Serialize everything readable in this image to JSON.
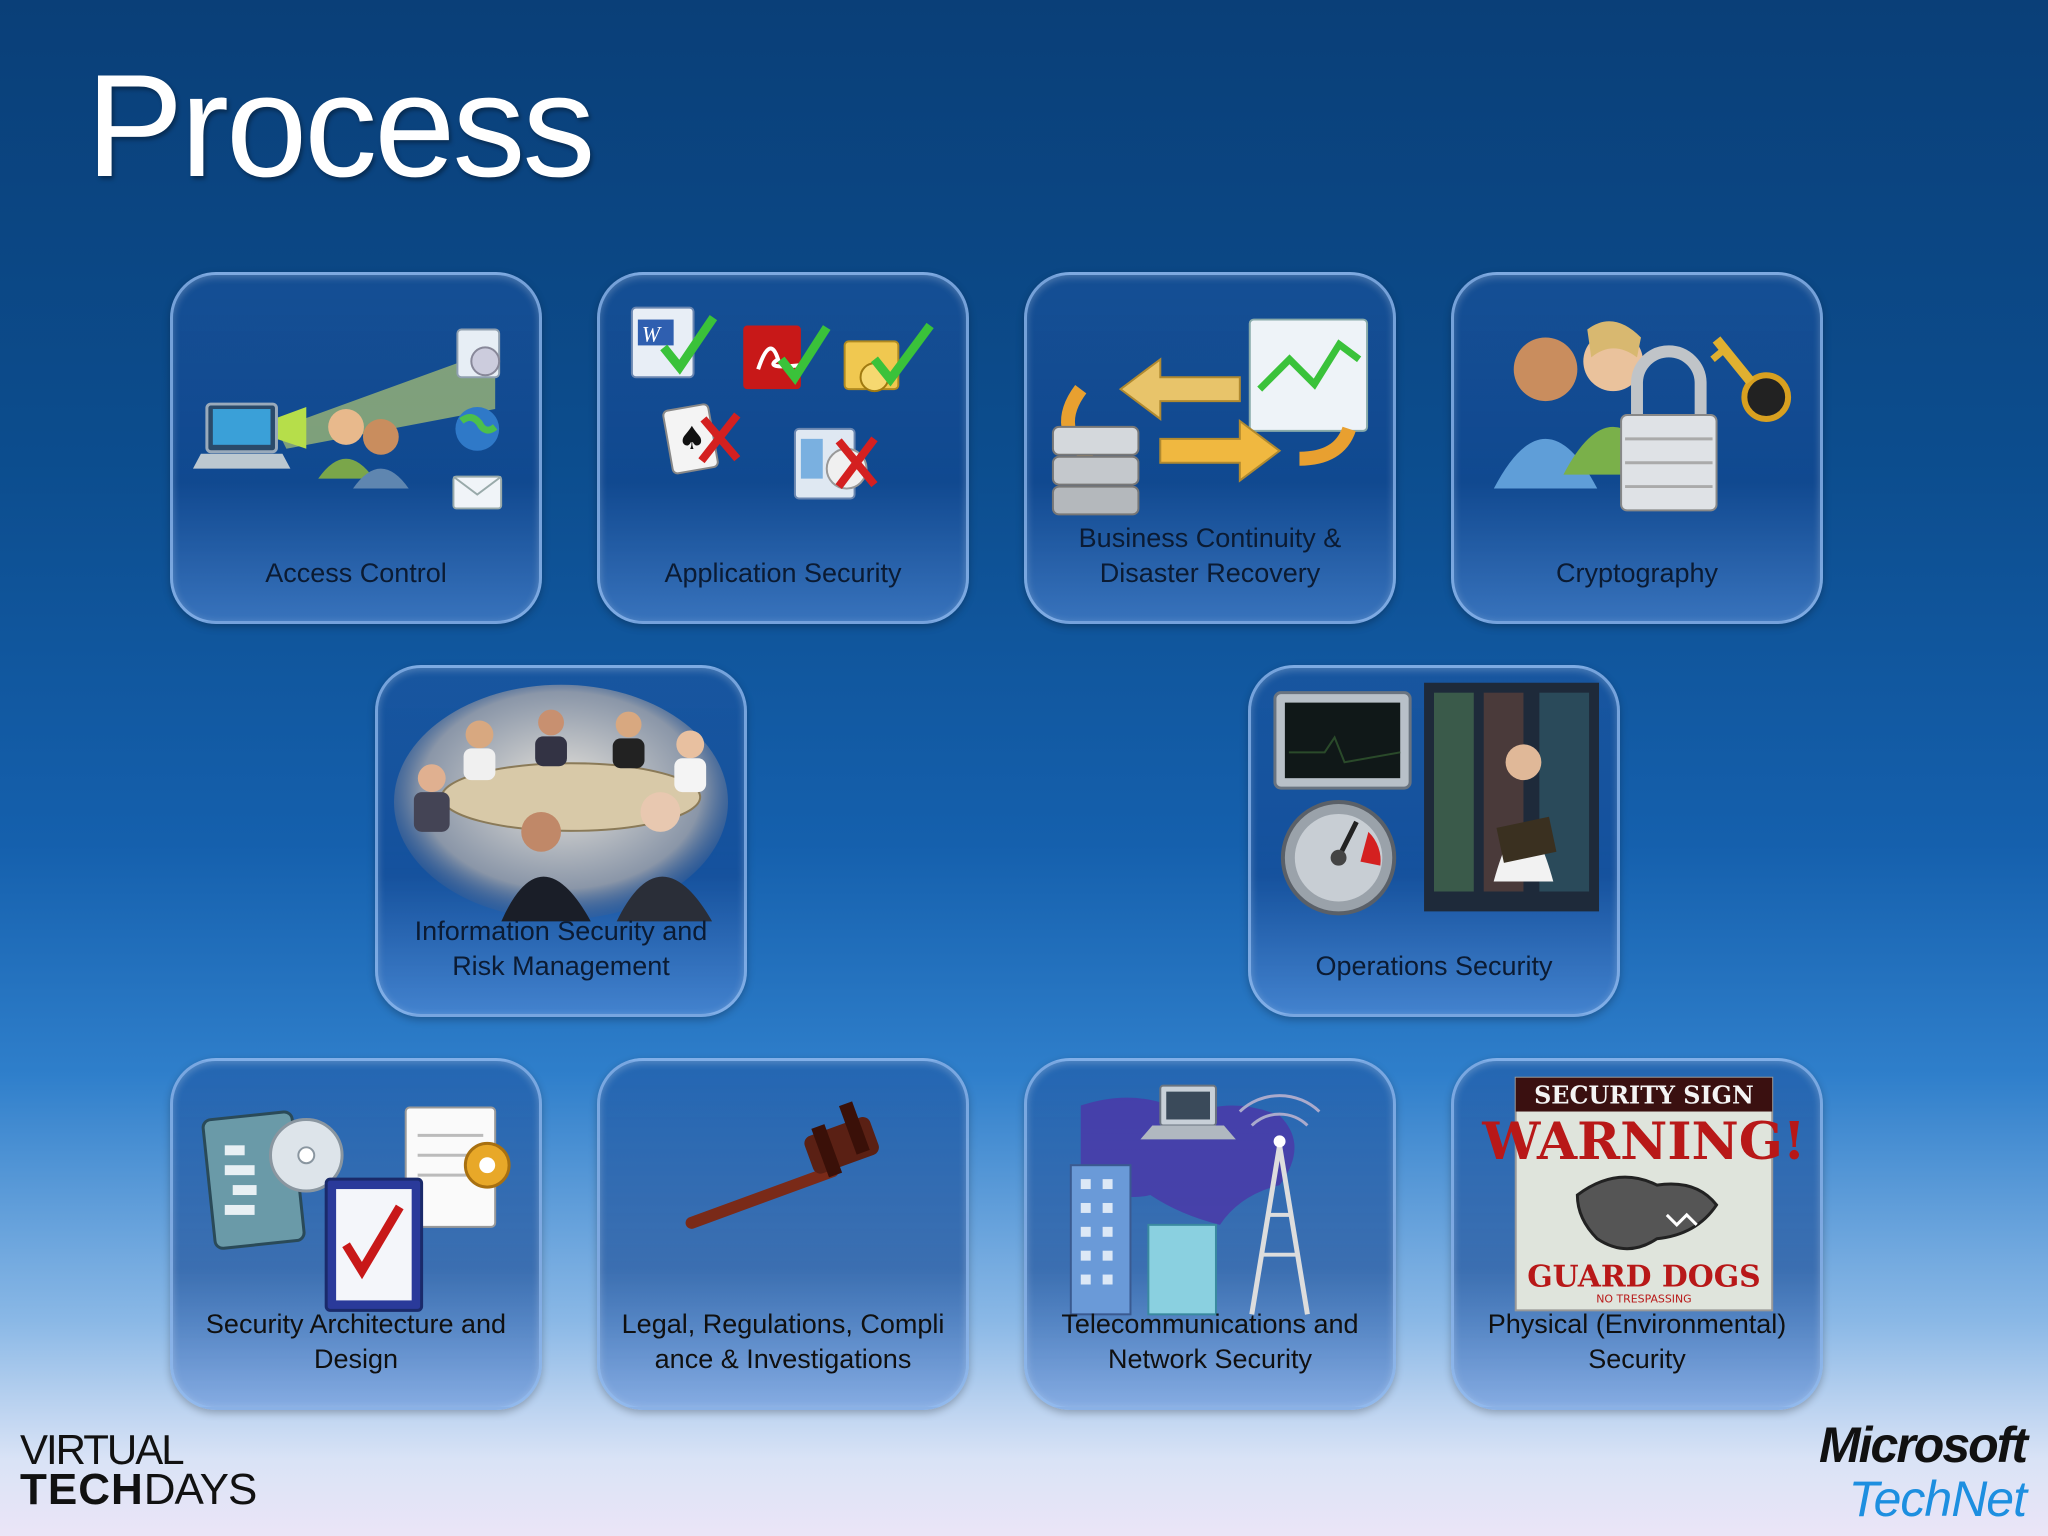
{
  "slide": {
    "title": "Process"
  },
  "tiles": [
    {
      "id": "access-control",
      "label": "Access Control",
      "icon": "network-users-icon"
    },
    {
      "id": "application-security",
      "label": "Application Security",
      "icon": "app-check-icon"
    },
    {
      "id": "business-continuity",
      "label": "Business Continuity &\nDisaster Recovery",
      "icon": "backup-arrows-icon"
    },
    {
      "id": "cryptography",
      "label": "Cryptography",
      "icon": "padlock-key-icon"
    },
    {
      "id": "info-security",
      "label": "Information Security and\nRisk Management",
      "icon": "meeting-photo-icon"
    },
    {
      "id": "operations-security",
      "label": "Operations Security",
      "icon": "monitor-gauge-icon"
    },
    {
      "id": "security-architecture",
      "label": "Security Architecture and\nDesign",
      "icon": "book-checklist-icon"
    },
    {
      "id": "legal",
      "label": "Legal, Regulations, Compli\nance & Investigations",
      "icon": "gavel-icon"
    },
    {
      "id": "telecom",
      "label": "Telecommunications and\nNetwork Security",
      "icon": "globe-tower-icon"
    },
    {
      "id": "physical",
      "label": "Physical (Environmental)\nSecurity",
      "icon": "warning-sign-icon"
    }
  ],
  "warning_sign": {
    "header": "SECURITY SIGN",
    "headline": "WARNING!",
    "footer": "GUARD DOGS",
    "sub": "NO TRESPASSING"
  },
  "branding": {
    "event_line1": "VIRTUAL",
    "event_line2_bold": "TECH",
    "event_line2_rest": "DAYS",
    "vendor": "Microsoft",
    "product": "TechNet"
  },
  "colors": {
    "accent_blue": "#1d8fe0",
    "check_green": "#3ac23a",
    "cross_red": "#d42020"
  }
}
